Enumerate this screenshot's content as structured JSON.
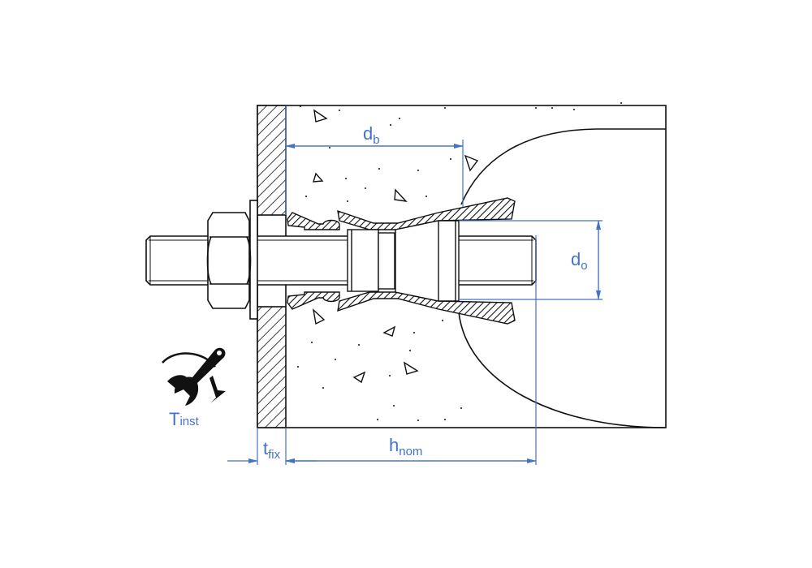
{
  "labels": {
    "db": {
      "main": "d",
      "sub": "b"
    },
    "do": {
      "main": "d",
      "sub": "o"
    },
    "hnom": {
      "main": "h",
      "sub": "nom"
    },
    "tfix": {
      "main": "t",
      "sub": "fix"
    },
    "tinst": {
      "main": "T",
      "sub": "inst"
    }
  },
  "colors": {
    "dimension": "#4472c4",
    "line": "#1a1a1a"
  }
}
